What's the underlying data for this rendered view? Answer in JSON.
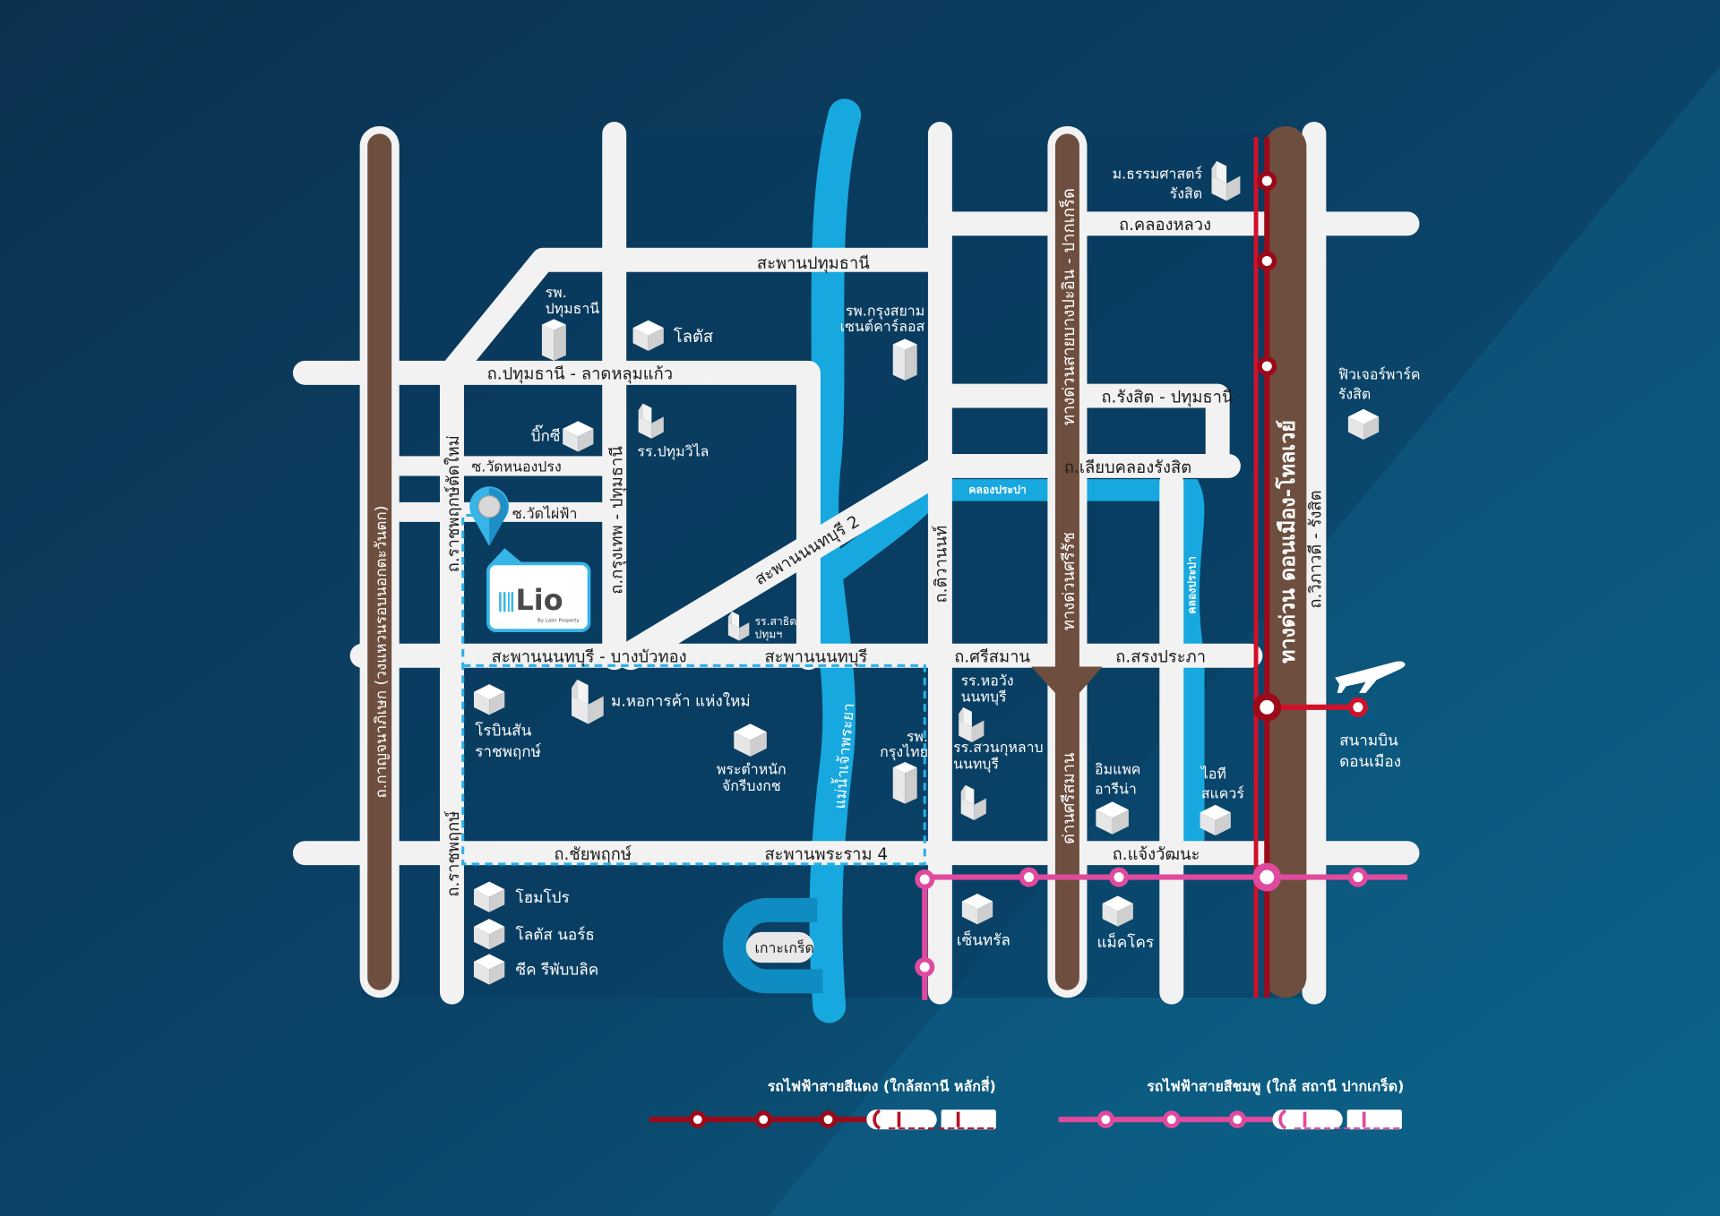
{
  "colors": {
    "background": "#0a3a5c",
    "road": "#f2f2f2",
    "expressway": "#6e4e3e",
    "river": "#17a8df",
    "red_line": "#d0112b",
    "red_line_dark": "#9b0a1a",
    "pink_line": "#e04a9e",
    "dashed_boundary": "#2ab0ea"
  },
  "roads": {
    "pathumthani_bridge": "สะพานปทุมธานี",
    "pathum_latlumkaew": "ถ.ปทุมธานี - ลาดหลุมแก้ว",
    "wat_nongprong": "ซ.วัดหนองปรง",
    "wat_phaifa": "ซ.วัดไผ่ฟ้า",
    "nonthaburi_bangbuathong": "สะพานนนทบุรี - บางบัวทอง",
    "nonthaburi_bridge": "สะพานนนทบุรี",
    "nonthaburi_bridge2": "สะพานนนทบุรี 2",
    "chaiyaphruek": "ถ.ชัยพฤกษ์",
    "rama4_bridge": "สะพานพระราม 4",
    "kanchanaphisek": "ถ.กาญจนาภิเษก (วงแหวนรอบนอกตะวันตก)",
    "ratchaphruek_new": "ถ.ราชพฤกษ์ตัดใหม่",
    "ratchaphruek": "ถ.ราชพฤกษ์",
    "krungthep_pathum": "ถ.กรุงเทพ - ปทุมธานี",
    "tiwanon": "ถ.ติวานนท์",
    "khlong_luang": "ถ.คลองหลวง",
    "rangsit_pathum": "ถ.รังสิต - ปทุมธานี",
    "liap_khlong": "ถ.เลียบคลองรังสิต",
    "srisaman": "ถ.ศรีสมาน",
    "songprapa": "ถ.สรงประภา",
    "chaengwattana": "ถ.แจ้งวัฒนะ",
    "expressway_bangpain": "ทางด่วนสายบางปะอิน - ปากเกร็ด",
    "expressway_sirat": "ทางด่วนศรีรัช",
    "dan_srisaman": "ด่านศรีสมาน",
    "tollway": "ทางด่วน ดอนเมือง-โทลเวย์",
    "vibhavadi": "ถ.วิภาวดี - รังสิต"
  },
  "water": {
    "chao_phraya": "แม่น้ำเจ้าพระยา",
    "khlong_prapa": "คลองประปา",
    "ko_kret": "เกาะเกร็ด"
  },
  "places": {
    "pathum_hospital": [
      "รพ.",
      "ปทุมธานี"
    ],
    "lotus": "โลตัส",
    "krungsiam_hospital": [
      "รพ.กรุงสยาม",
      "เซนต์คาร์ลอส"
    ],
    "bigc": "บิ๊กซี",
    "pathumwilai_school": "รร.ปทุมวิไล",
    "satit_school": [
      "รร.สาธิต",
      "ปทุมฯ"
    ],
    "thammasat": [
      "ม.ธรรมศาสตร์",
      "รังสิต"
    ],
    "future_park": [
      "ฟิวเจอร์พาร์ค",
      "รังสิต"
    ],
    "robinson": [
      "โรบินสัน",
      "ราชพฤกษ์"
    ],
    "utcc": "ม.หอการค้า แห่งใหม่",
    "palace": [
      "พระตำหนัก",
      "จักรีบงกช"
    ],
    "krungthai_hospital": [
      "รพ.",
      "กรุงไทย"
    ],
    "horwang_school": [
      "รร.หอวัง",
      "นนทบุรี"
    ],
    "suankularb_school": [
      "รร.สวนกุหลาบ",
      "นนทบุรี"
    ],
    "impact": [
      "อิมแพค",
      "อารีน่า"
    ],
    "it_square": [
      "ไอที",
      "สแควร์"
    ],
    "central": "เซ็นทรัล",
    "makro": "แม็คโคร",
    "homepro": "โฮมโปร",
    "lotus_north": "โลตัส นอร์ธ",
    "seacon": "ซีค รีพับบลิค",
    "airport": [
      "สนามบิน",
      "ดอนเมือง"
    ]
  },
  "project": {
    "logo_text": "Lio",
    "logo_tagline": "By Lalin Property"
  },
  "legend": {
    "red_line": "รถไฟฟ้าสายสีแดง (ใกล้สถานี หลักสี่)",
    "pink_line": "รถไฟฟ้าสายสีชมพู (ใกล้ สถานี ปากเกร็ด)"
  }
}
